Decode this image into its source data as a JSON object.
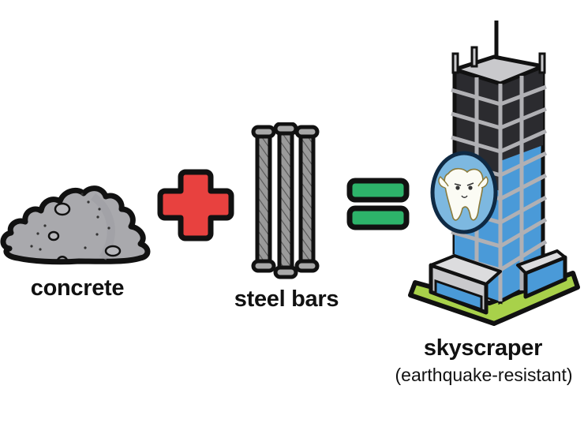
{
  "equation": {
    "items": [
      {
        "id": "concrete",
        "label": "concrete",
        "icon": "concrete-pile-icon",
        "color": "#a9a9ad"
      },
      {
        "id": "steel-bars",
        "label": "steel bars",
        "icon": "steel-bars-icon",
        "color": "#8c8c8c"
      },
      {
        "id": "skyscraper",
        "label": "skyscraper",
        "sublabel": "(earthquake-resistant)",
        "icon": "skyscraper-icon",
        "color": "#4a9ad8"
      }
    ],
    "operators": [
      {
        "symbol": "+",
        "icon": "plus-icon",
        "color": "#e8413f"
      },
      {
        "symbol": "=",
        "icon": "equals-icon",
        "color": "#2db36a"
      }
    ],
    "badge": {
      "icon": "strong-tooth-icon",
      "color": "#7db8e0"
    }
  }
}
